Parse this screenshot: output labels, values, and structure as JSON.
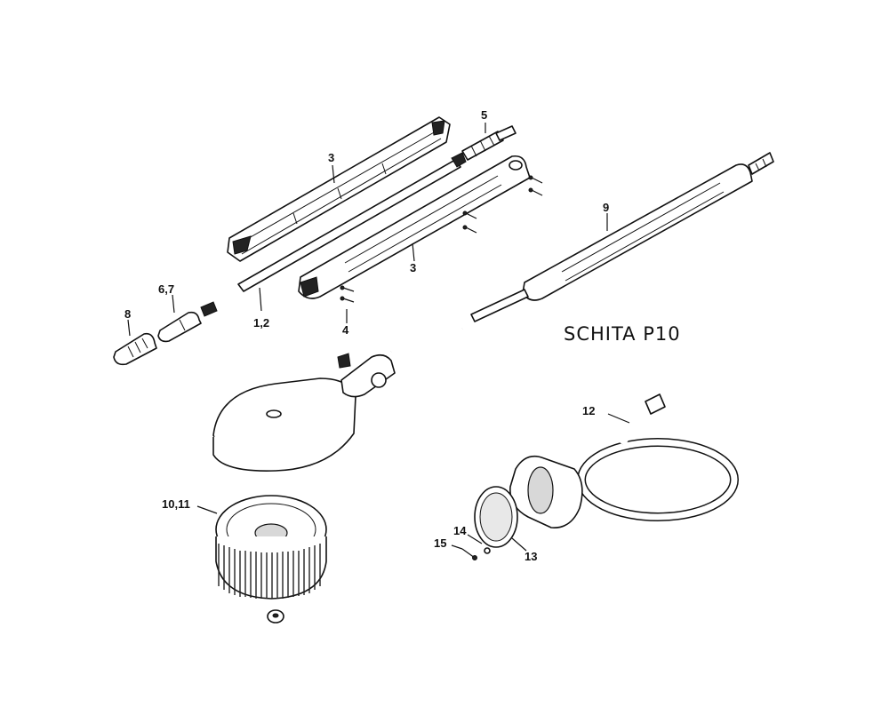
{
  "diagram": {
    "title": "SCHITA P10",
    "callouts": {
      "c1": "3",
      "c2": "5",
      "c3": "9",
      "c4": "3",
      "c5": "6,7",
      "c6": "8",
      "c7": "1,2",
      "c8": "4",
      "c9": "12",
      "c10": "10,11",
      "c11": "14",
      "c12": "15",
      "c13": "13"
    }
  }
}
